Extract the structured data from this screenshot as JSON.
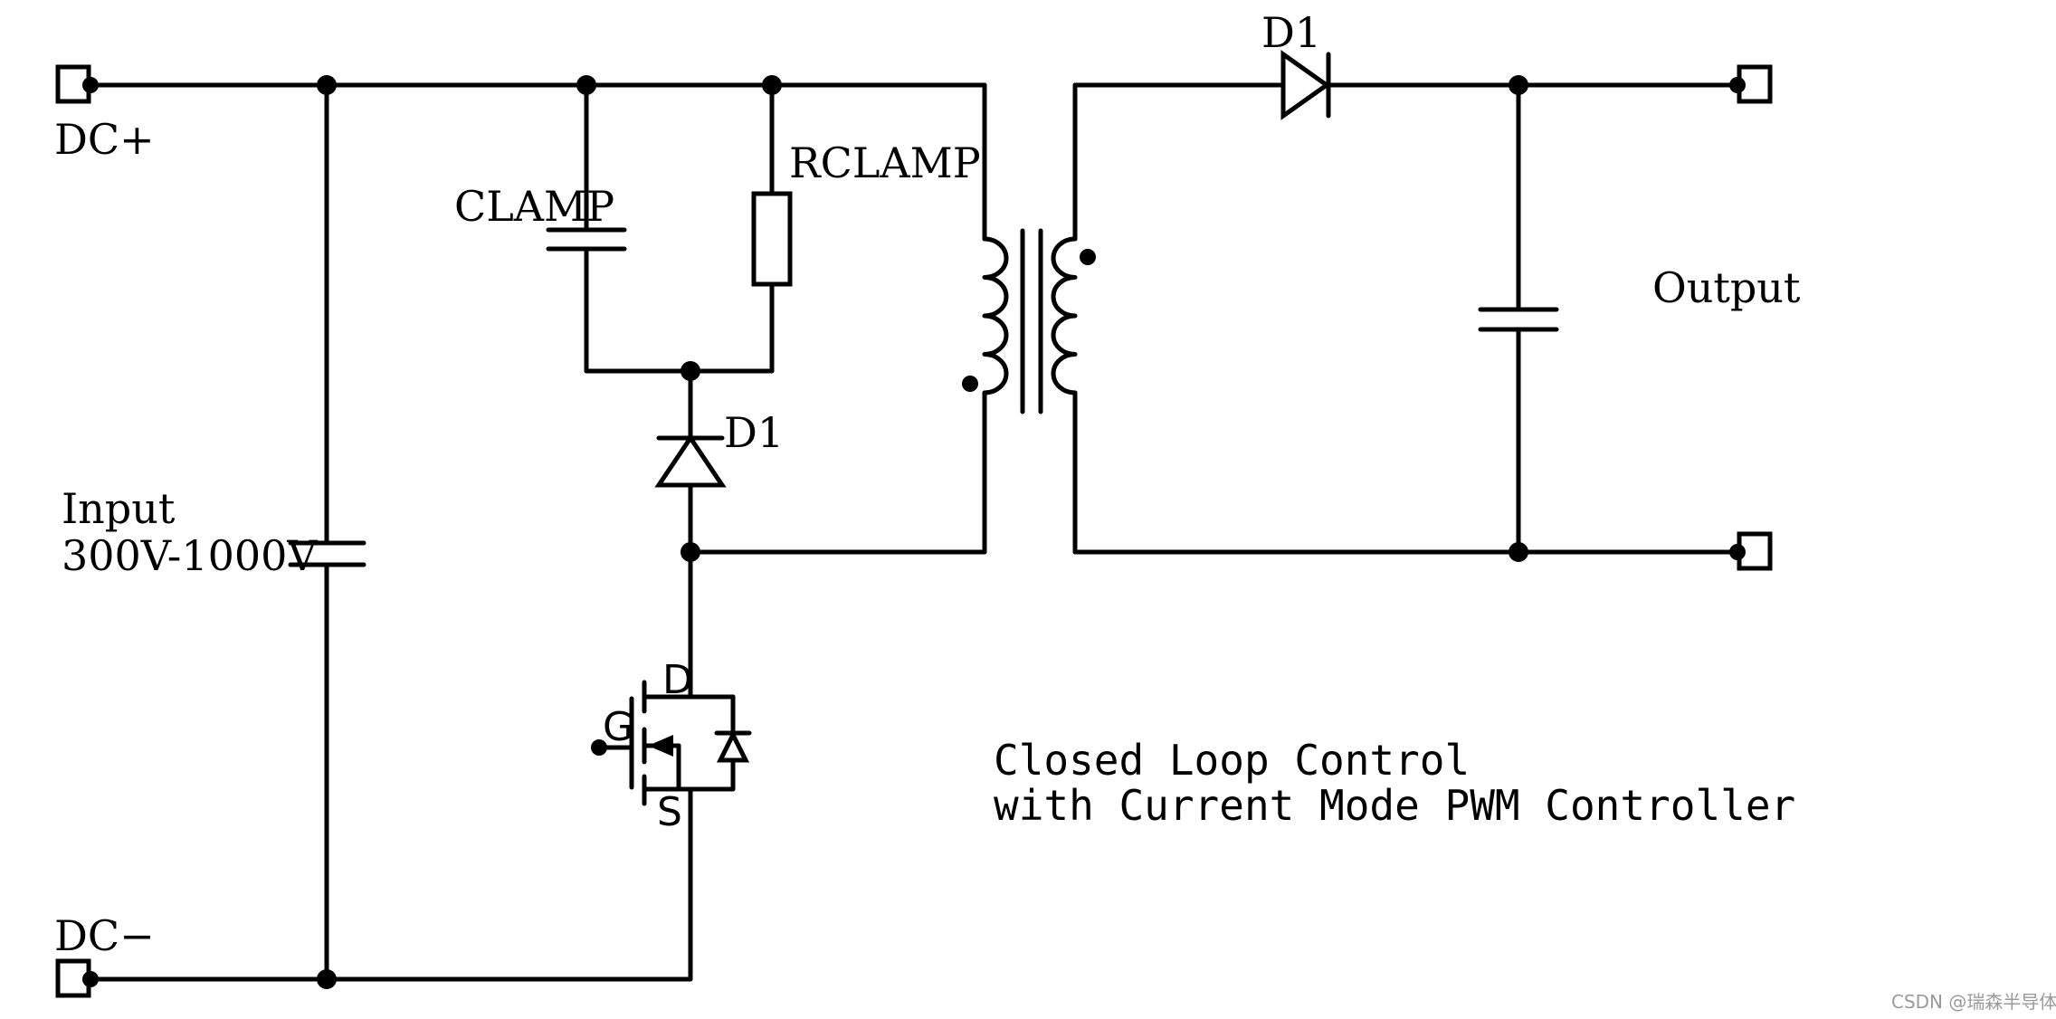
{
  "terminals": {
    "dc_plus": "DC+",
    "dc_minus": "DC−"
  },
  "input": {
    "label": "Input",
    "range": "300V-1000V"
  },
  "clamp": {
    "capacitor_label": "CLAMP",
    "resistor_label": "RCLAMP",
    "diode_label": "D1"
  },
  "mosfet": {
    "gate": "G",
    "drain": "D",
    "source": "S"
  },
  "secondary": {
    "diode_label": "D1",
    "output_label": "Output"
  },
  "control": {
    "line1": "Closed Loop Control",
    "line2": "with Current Mode PWM Controller"
  },
  "watermark": "CSDN @瑞森半导体"
}
